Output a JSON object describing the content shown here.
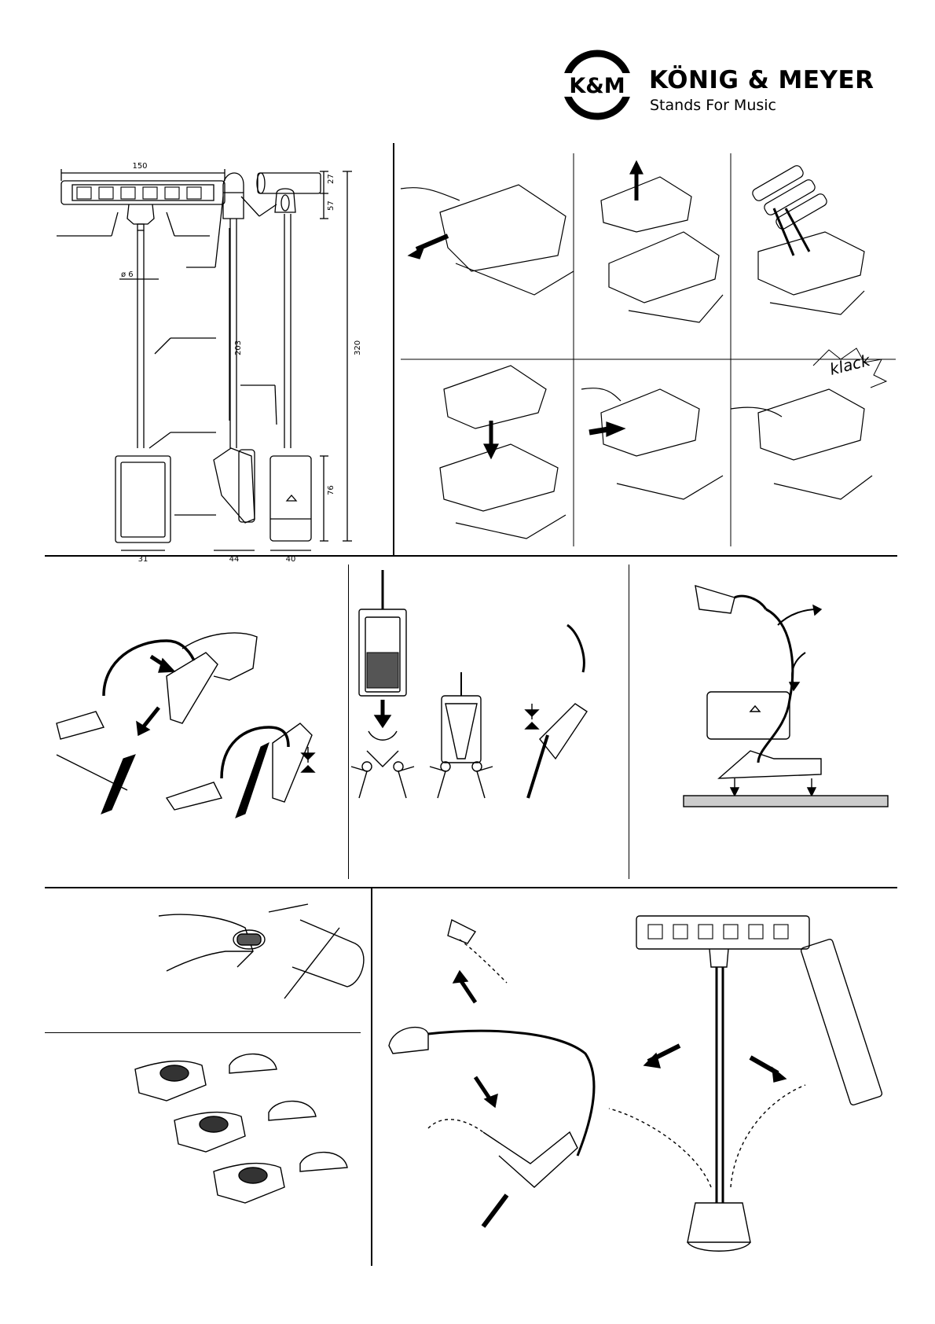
{
  "brand": {
    "logo_text": "K&M",
    "name": "KÖNIG & MEYER",
    "tagline": "Stands For Music"
  },
  "dimensions": {
    "width_top": "150",
    "diameter": "ø 6",
    "height_27": "27",
    "height_57": "57",
    "height_203": "203",
    "height_320": "320",
    "height_76": "76",
    "width_31": "31",
    "width_44": "44",
    "width_40": "40"
  },
  "battery_steps": {
    "sound_word": "klack"
  }
}
